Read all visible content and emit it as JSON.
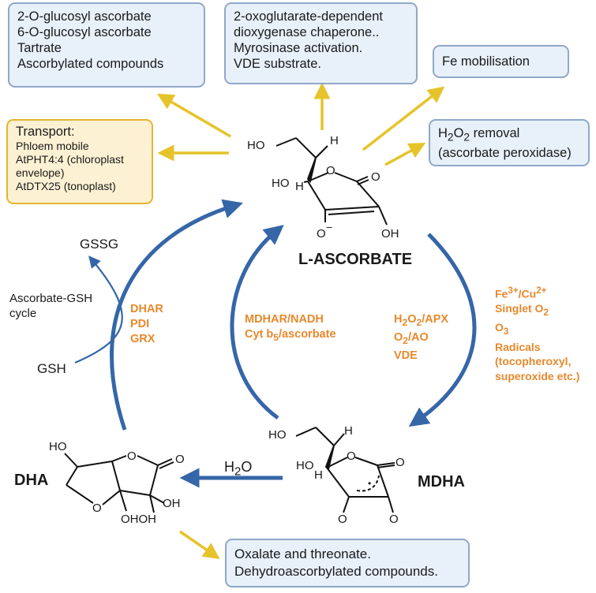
{
  "boxes": {
    "conjugates": [
      "2-O-glucosyl ascorbate",
      "6-O-glucosyl ascorbate",
      "Tartrate",
      "Ascorbylated compounds"
    ],
    "dioxygenase": [
      "2-oxoglutarate-dependent",
      "dioxygenase chaperone..",
      "Myrosinase activation.",
      "VDE substrate."
    ],
    "fe": "Fe mobilisation",
    "h2o2_line1_a": "H",
    "h2o2_line1_sub": "2",
    "h2o2_line1_b": "O",
    "h2o2_line1_sub2": "2",
    "h2o2_line1_c": " removal",
    "h2o2_line2": "(ascorbate peroxidase)",
    "transport_title": "Transport:",
    "transport_lines": [
      "Phloem mobile",
      "AtPHT4:4 (chloroplast",
      "envelope)",
      "AtDTX25 (tonoplast)"
    ],
    "oxalate": [
      "Oxalate and threonate.",
      "Dehydroascorbylated compounds."
    ]
  },
  "labels": {
    "gssg": "GSSG",
    "gsh": "GSH",
    "cycle": [
      "Ascorbate-GSH",
      "cycle"
    ],
    "dhar": [
      "DHAR",
      "PDI",
      "GRX"
    ],
    "mdhar_1": "MDHAR/NADH",
    "mdhar_2a": "Cyt b",
    "mdhar_2sub": "5",
    "mdhar_2b": "/ascorbate",
    "apx": {
      "a": "H",
      "s1": "2",
      "b": "O",
      "s2": "2",
      "c": "/APX"
    },
    "ao": {
      "a": "O",
      "s1": "2",
      "b": "/AO"
    },
    "vde": "VDE",
    "oxidants": {
      "fe_a": "Fe",
      "fe_sup": "3+",
      "fe_b": "/Cu",
      "cu_sup": "2+",
      "singlet_a": "Singlet O",
      "singlet_sub": "2",
      "o3_a": "O",
      "o3_sub": "3",
      "radicals": "Radicals",
      "r2": "(tocopheroxyl,",
      "r3": "superoxide etc.)"
    },
    "h2o": {
      "a": "H",
      "sub": "2",
      "b": "O"
    },
    "ascorbate": "L-ASCORBATE",
    "dha": "DHA",
    "mdha": "MDHA"
  },
  "atoms": {
    "ho": "HO",
    "h": "H",
    "o": "O",
    "oh": "OH",
    "o_minus": "O",
    "minus": "−",
    "ohoh": "OHOH",
    "dot": "•"
  },
  "colors": {
    "yellow_arrow": "#e6c32a",
    "blue_arrow": "#3566a8",
    "orange_text": "#e7892b",
    "box_blue": "#e8f0fa",
    "box_yellow": "#fdf1d4"
  }
}
